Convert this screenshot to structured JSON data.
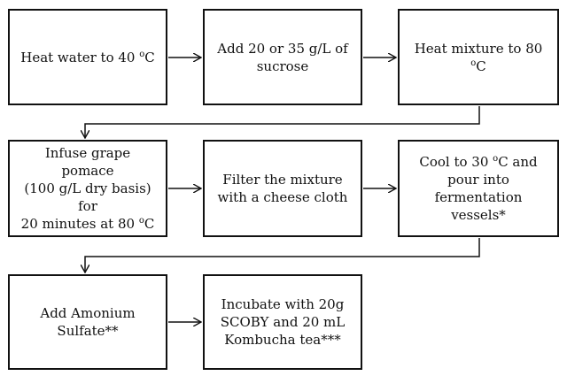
{
  "steps": [
    {
      "id": "heat-water",
      "lines": [
        [
          "Heat water to 40 ",
          {
            "sup": "o"
          },
          "C"
        ]
      ]
    },
    {
      "id": "add-sucrose",
      "lines": [
        [
          "Add 20 or 35 g/L of"
        ],
        [
          "sucrose"
        ]
      ]
    },
    {
      "id": "heat-mixture",
      "lines": [
        [
          "Heat mixture to 80 ",
          {
            "sup": "o"
          },
          "C"
        ]
      ]
    },
    {
      "id": "infuse-pomace",
      "lines": [
        [
          "Infuse grape pomace"
        ],
        [
          "(100 g/L dry basis) for"
        ],
        [
          "20 minutes at 80 ",
          {
            "sup": "o"
          },
          "C"
        ]
      ]
    },
    {
      "id": "filter-mixture",
      "lines": [
        [
          "Filter the mixture"
        ],
        [
          "with a cheese cloth"
        ]
      ]
    },
    {
      "id": "cool-pour",
      "lines": [
        [
          "Cool to 30 ",
          {
            "sup": "o"
          },
          "C and"
        ],
        [
          "pour into"
        ],
        [
          "fermentation vessels*"
        ]
      ]
    },
    {
      "id": "add-ammonium",
      "lines": [
        [
          "Add Amonium"
        ],
        [
          "Sulfate**"
        ]
      ]
    },
    {
      "id": "incubate-scoby",
      "lines": [
        [
          "Incubate with 20g"
        ],
        [
          "SCOBY and 20 mL"
        ],
        [
          "Kombucha tea***"
        ]
      ]
    }
  ],
  "colors": {
    "stroke": "#111111",
    "background": "#ffffff"
  }
}
